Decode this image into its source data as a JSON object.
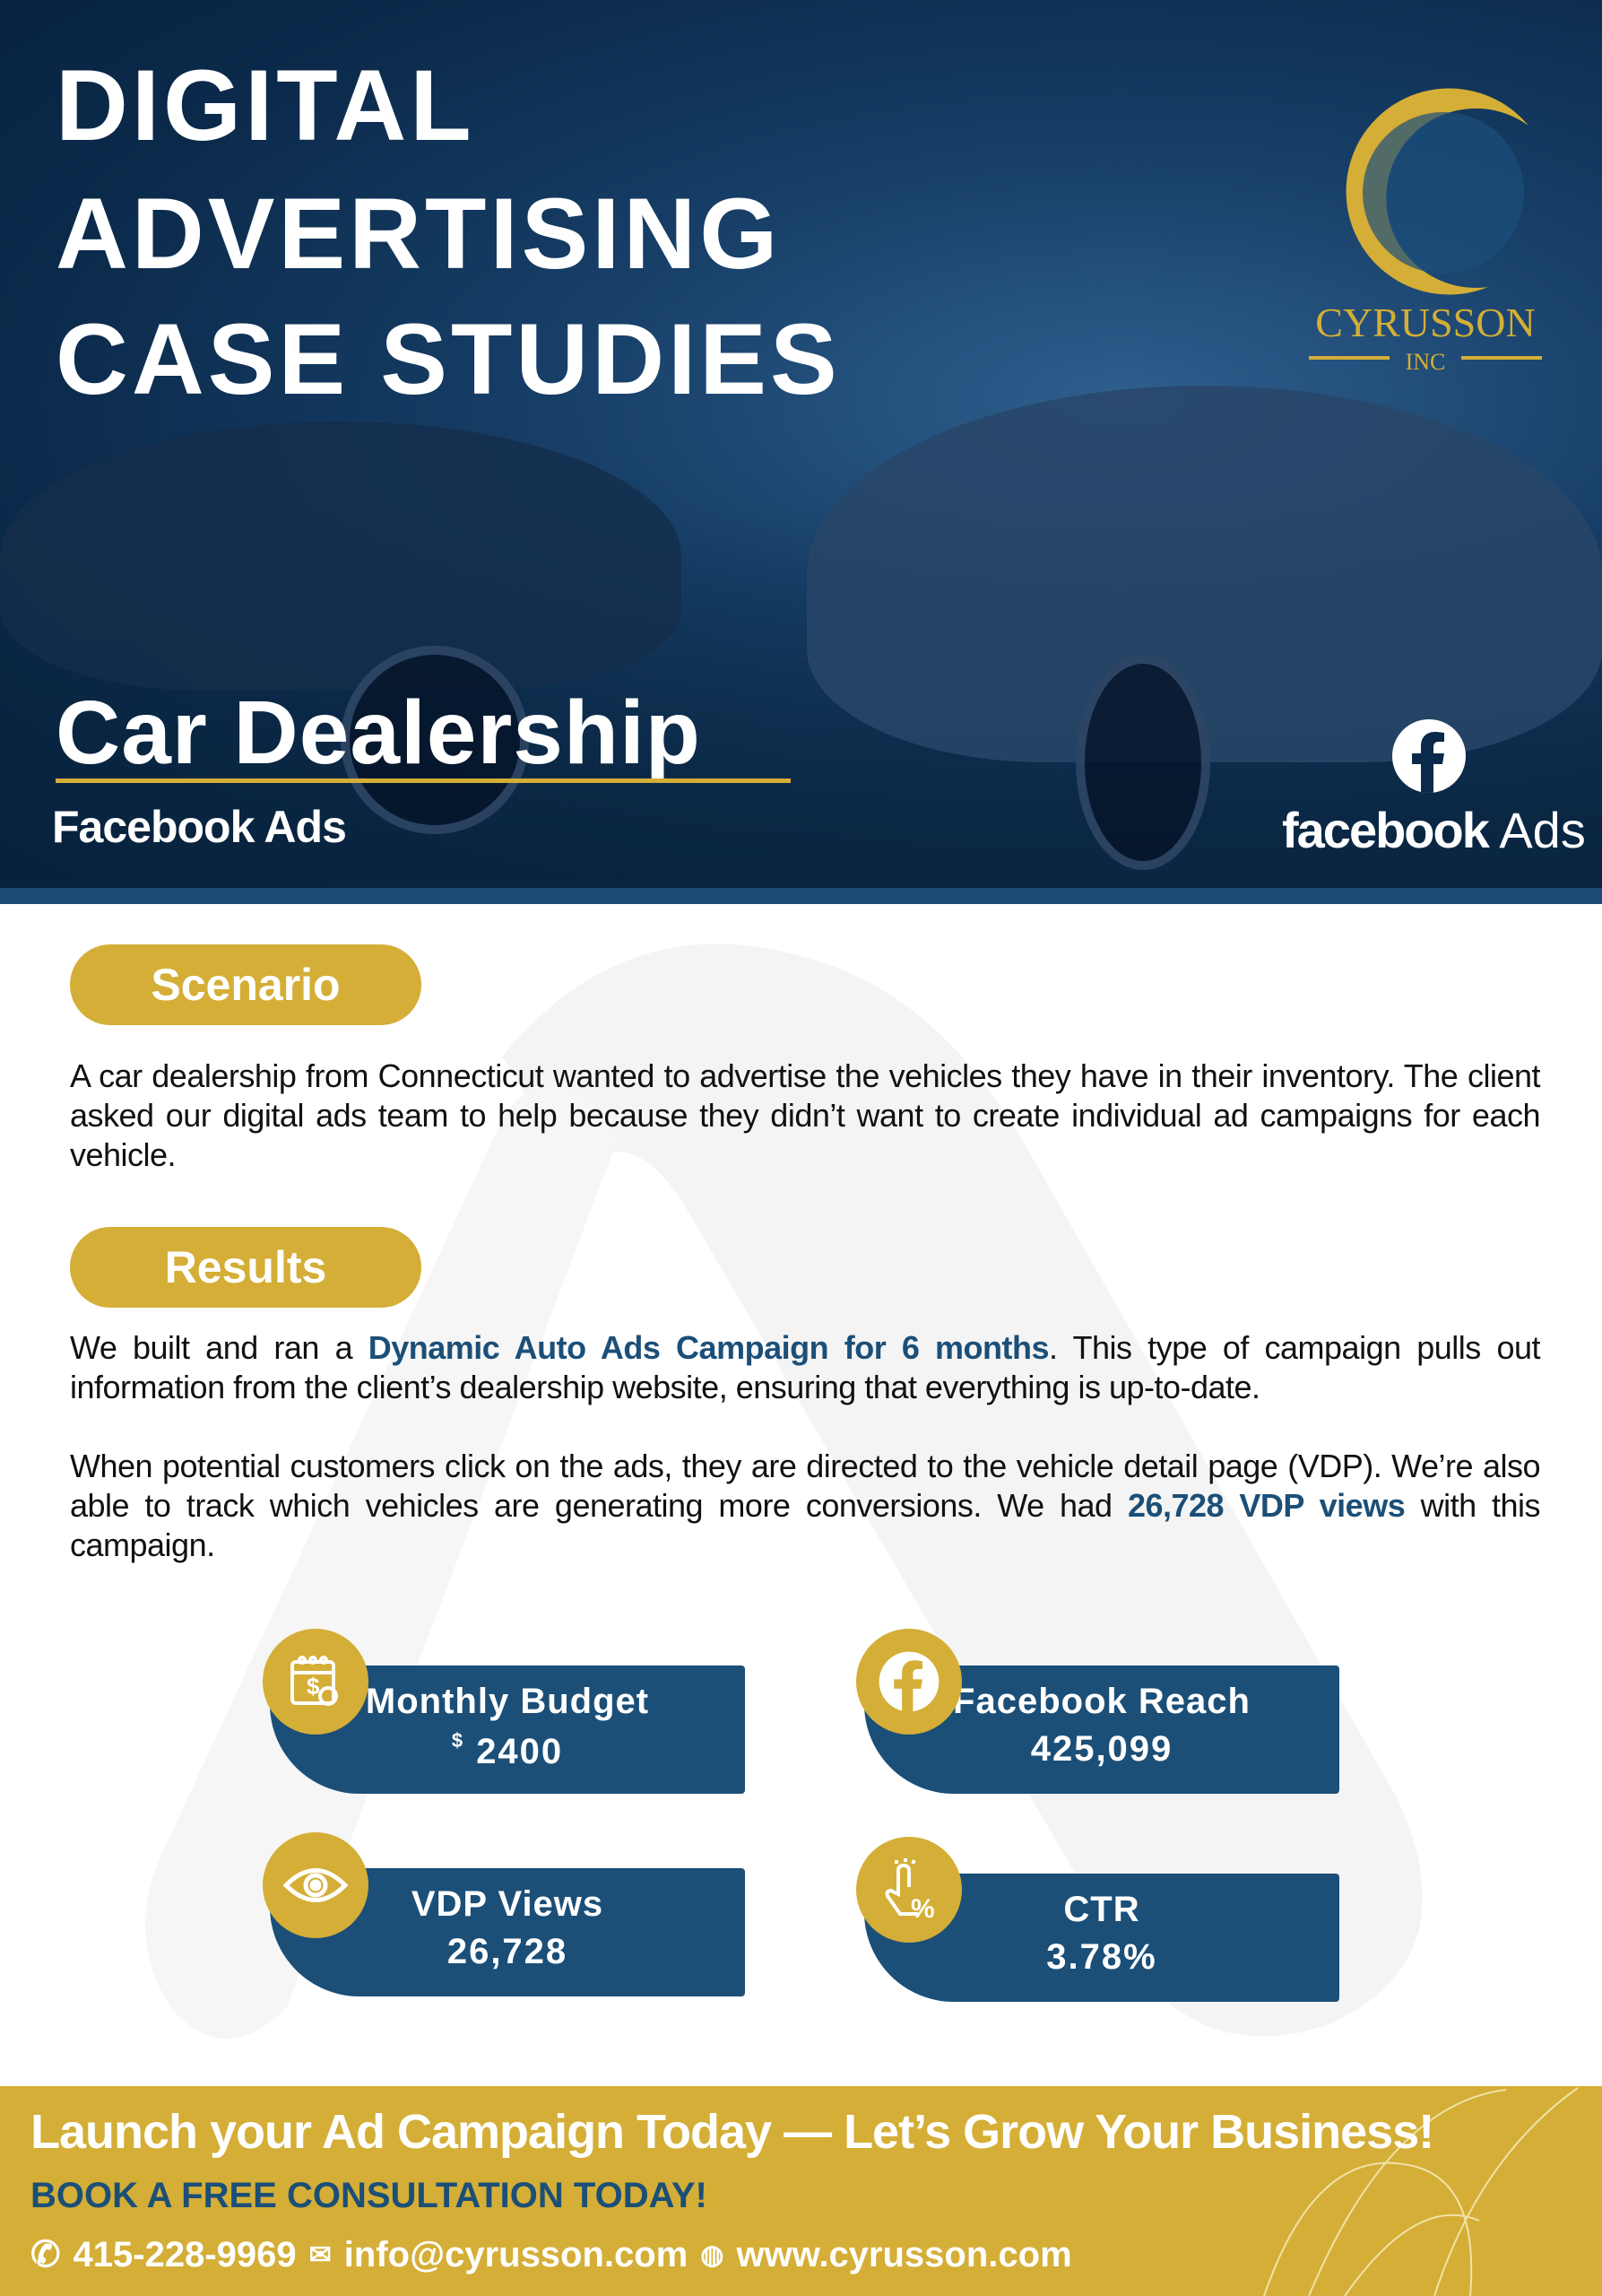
{
  "hero": {
    "title_lines": [
      "DIGITAL",
      "ADVERTISING",
      "CASE STUDIES"
    ],
    "logo": {
      "name": "CYRUSSON",
      "sub": "INC"
    },
    "industry": "Car Dealership",
    "channel": "Facebook Ads",
    "platform_logo": {
      "brand": "facebook",
      "suffix": "Ads"
    }
  },
  "scenario": {
    "heading": "Scenario",
    "text": "A car dealership from Connecticut wanted to advertise the vehicles they have in their inventory. The client asked our digital ads team to help because they didn’t want to create individual ad campaigns for each vehicle."
  },
  "results": {
    "heading": "Results",
    "p1_before": "We built and ran a ",
    "p1_highlight": "Dynamic Auto Ads Campaign for 6 months",
    "p1_after": ". This type of campaign pulls out information from the client’s dealership website, ensuring that everything is up-to-date.",
    "p2_before": "When potential customers click on the ads, they are directed to the vehicle detail page (VDP). We’re also able to track which vehicles are generating more conversions. We had ",
    "p2_highlight": "26,728 VDP views",
    "p2_after": " with this campaign."
  },
  "stats": [
    {
      "label": "Monthly Budget",
      "currency": "$",
      "value": "2400",
      "icon": "calendar-dollar-icon"
    },
    {
      "label": "Facebook Reach",
      "value": "425,099",
      "icon": "facebook-icon"
    },
    {
      "label": "VDP Views",
      "value": "26,728",
      "icon": "eye-icon"
    },
    {
      "label": "CTR",
      "value": "3.78%",
      "icon": "click-percent-icon"
    }
  ],
  "footer": {
    "headline": "Launch your Ad Campaign Today — Let’s Grow Your Business!",
    "cta": "BOOK A FREE CONSULTATION TODAY!",
    "phone": "415-228-9969",
    "email": "info@cyrusson.com",
    "website": "www.cyrusson.com"
  },
  "colors": {
    "gold": "#d4ae36",
    "navy": "#1b4f78"
  }
}
